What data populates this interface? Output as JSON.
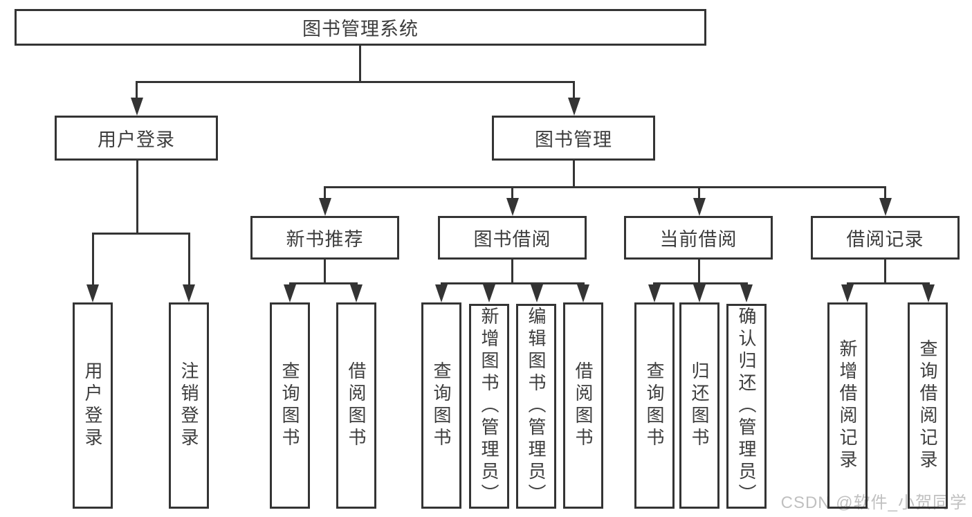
{
  "diagram": {
    "type": "hierarchy-tree",
    "tree": {
      "root": {
        "label": "图书管理系统"
      },
      "branches": [
        {
          "label": "用户登录",
          "children": [
            {
              "label": "用户登录"
            },
            {
              "label": "注销登录"
            }
          ]
        },
        {
          "label": "图书管理",
          "children": [
            {
              "label": "新书推荐",
              "children": [
                {
                  "label": "查询图书"
                },
                {
                  "label": "借阅图书"
                }
              ]
            },
            {
              "label": "图书借阅",
              "children": [
                {
                  "label": "查询图书"
                },
                {
                  "label": "新增图书（管理员）"
                },
                {
                  "label": "编辑图书（管理员）"
                },
                {
                  "label": "借阅图书"
                }
              ]
            },
            {
              "label": "当前借阅",
              "children": [
                {
                  "label": "查询图书"
                },
                {
                  "label": "归还图书"
                },
                {
                  "label": "确认归还（管理员）"
                }
              ]
            },
            {
              "label": "借阅记录",
              "children": [
                {
                  "label": "新增借阅记录"
                },
                {
                  "label": "查询借阅记录"
                }
              ]
            }
          ]
        }
      ]
    },
    "colors": {
      "line": "#343434",
      "text": "#3d3d3d",
      "box_fill": "#ffffff",
      "background": "#ffffff",
      "watermark": "#c0c0c0"
    }
  },
  "watermark": {
    "text": "CSDN @软件_小贺同学"
  }
}
